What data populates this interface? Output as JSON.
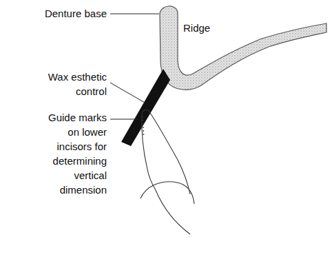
{
  "diagram": {
    "labels": [
      "Denture base",
      "Ridge",
      "Wax esthetic control",
      "Guide marks on lower incisors for determining vertical dimension"
    ]
  }
}
